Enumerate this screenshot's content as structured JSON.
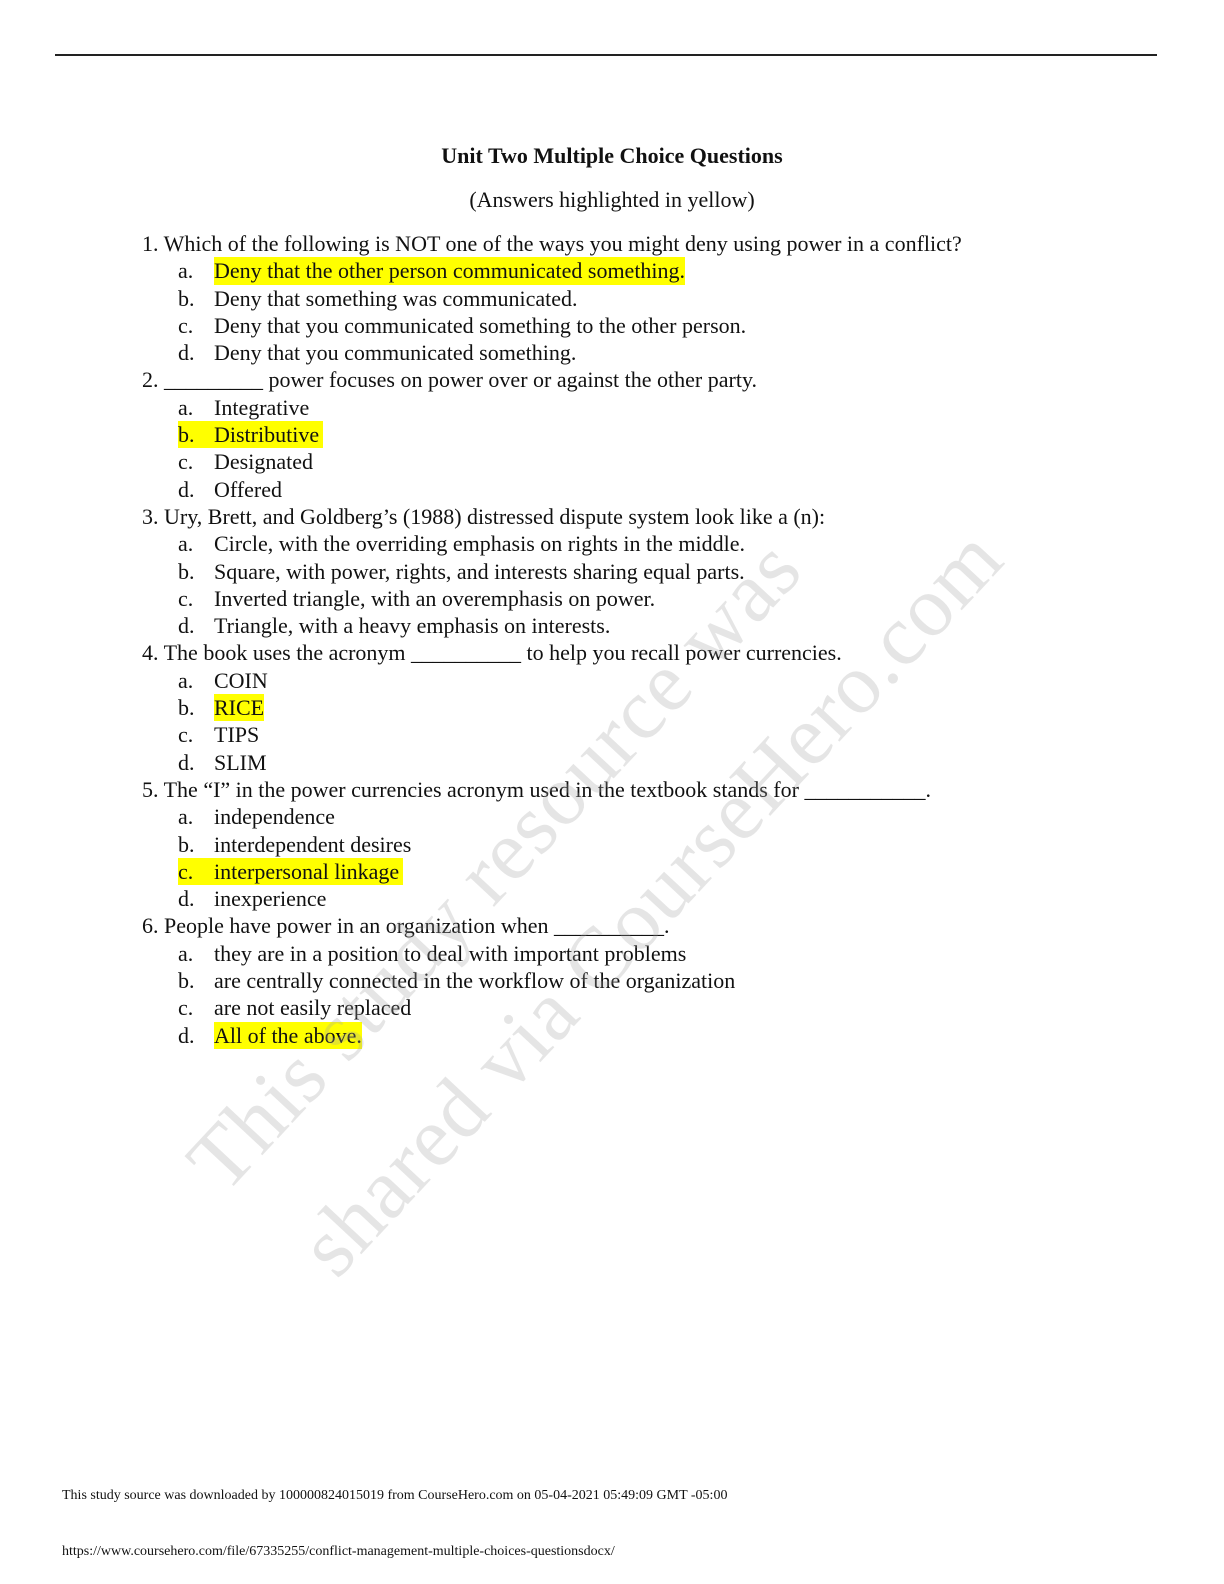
{
  "document": {
    "title": "Unit Two Multiple Choice Questions",
    "subtitle": "(Answers highlighted in yellow)"
  },
  "questions": [
    {
      "number": "1.",
      "text": "Which of the following is NOT one of the ways you might deny using power in a conflict?",
      "options": [
        {
          "letter": "a.",
          "text": "Deny that the other person communicated something.",
          "highlighted": true
        },
        {
          "letter": "b.",
          "text": "Deny that something was communicated.",
          "highlighted": false
        },
        {
          "letter": "c.",
          "text": "Deny that you communicated something to the other person.",
          "highlighted": false
        },
        {
          "letter": "d.",
          "text": "Deny that you communicated something.",
          "highlighted": false
        }
      ]
    },
    {
      "number": "2.",
      "text": "_________ power focuses on power over or against the other party.",
      "options": [
        {
          "letter": "a.",
          "text": "Integrative",
          "highlighted": false
        },
        {
          "letter": "b.",
          "text": "Distributive",
          "highlighted": true
        },
        {
          "letter": "c.",
          "text": "Designated",
          "highlighted": false
        },
        {
          "letter": "d.",
          "text": "Offered",
          "highlighted": false
        }
      ]
    },
    {
      "number": "3.",
      "text": "Ury, Brett, and Goldberg’s (1988) distressed dispute system look like a (n):",
      "options": [
        {
          "letter": "a.",
          "text": "Circle, with the overriding emphasis on rights in the middle.",
          "highlighted": false
        },
        {
          "letter": "b.",
          "text": "Square, with power, rights, and interests sharing equal parts.",
          "highlighted": false
        },
        {
          "letter": "c.",
          "text": "Inverted triangle, with an overemphasis on power.",
          "highlighted": false
        },
        {
          "letter": "d.",
          "text": "Triangle, with a heavy emphasis on interests.",
          "highlighted": false
        }
      ]
    },
    {
      "number": "4.",
      "text": "The book uses the acronym __________ to help you recall power currencies.",
      "options": [
        {
          "letter": "a.",
          "text": "COIN",
          "highlighted": false
        },
        {
          "letter": "b.",
          "text": "RICE",
          "highlighted": true
        },
        {
          "letter": "c.",
          "text": "TIPS",
          "highlighted": false
        },
        {
          "letter": "d.",
          "text": "SLIM",
          "highlighted": false
        }
      ]
    },
    {
      "number": "5.",
      "text": "The “I” in the power currencies acronym used in the textbook stands for ___________.",
      "options": [
        {
          "letter": "a.",
          "text": "independence",
          "highlighted": false
        },
        {
          "letter": "b.",
          "text": "interdependent desires",
          "highlighted": false
        },
        {
          "letter": "c.",
          "text": "interpersonal linkage",
          "highlighted": true
        },
        {
          "letter": "d.",
          "text": "inexperience",
          "highlighted": false
        }
      ]
    },
    {
      "number": "6.",
      "text": "People have power in an organization when __________.",
      "options": [
        {
          "letter": "a.",
          "text": "they are in a position to deal with important problems",
          "highlighted": false
        },
        {
          "letter": "b.",
          "text": "are centrally connected in the workflow of the organization",
          "highlighted": false
        },
        {
          "letter": "c.",
          "text": "are not easily replaced",
          "highlighted": false
        },
        {
          "letter": "d.",
          "text": "All of the above.",
          "highlighted": true
        }
      ]
    }
  ],
  "watermark": {
    "line1": "This study resource was",
    "line2": "shared via CourseHero.com"
  },
  "footer": {
    "download_note": "This study source was downloaded by 100000824015019 from CourseHero.com on 05-04-2021 05:49:09 GMT -05:00",
    "url": "https://www.coursehero.com/file/67335255/conflict-management-multiple-choices-questionsdocx/"
  },
  "colors": {
    "highlight": "#ffff00",
    "text": "#111111"
  }
}
